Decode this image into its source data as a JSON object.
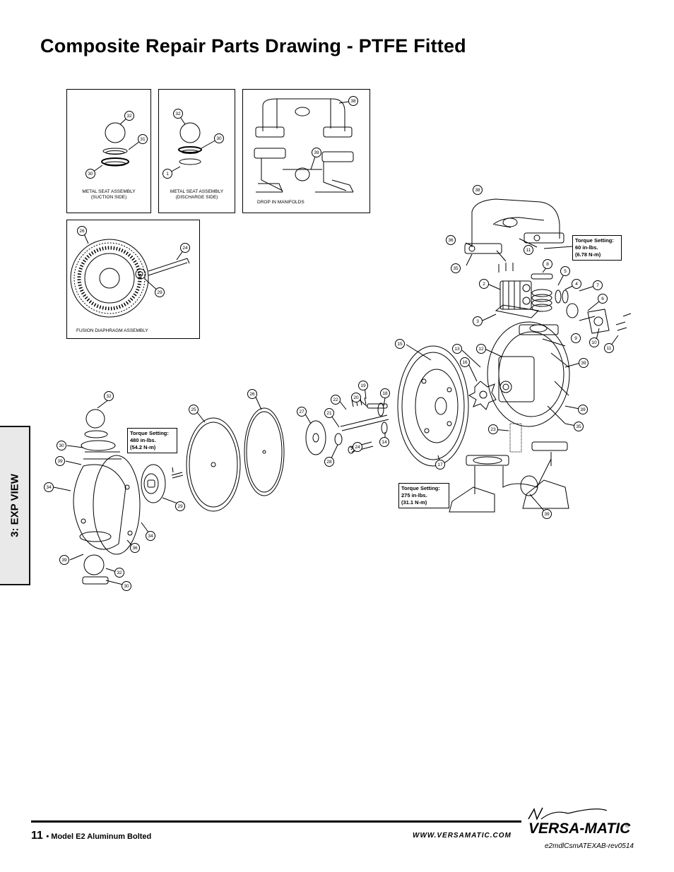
{
  "page": {
    "title": "Composite Repair Parts Drawing - PTFE Fitted",
    "section_tab": "3: EXP VIEW"
  },
  "insets": {
    "suction": {
      "caption": "METAL SEAT ASSEMBLY\n(SUCTION SIDE)",
      "labels": [
        "32",
        "31",
        "30"
      ]
    },
    "discharge": {
      "caption": "METAL SEAT ASSEMBLY\n(DISCHARGE SIDE)",
      "labels": [
        "32",
        "30",
        "1"
      ]
    },
    "manifolds": {
      "caption": "DROP IN MANIFOLDS",
      "labels": [
        "38",
        "39"
      ]
    },
    "fusion": {
      "caption": "FUSION DIAPHRAGM ASSEMBLY",
      "labels": [
        "26",
        "24",
        "29"
      ]
    }
  },
  "callouts": [
    "38",
    "36",
    "35",
    "11",
    "8",
    "5",
    "4",
    "7",
    "2",
    "6",
    "3",
    "9",
    "10",
    "11",
    "15",
    "13",
    "12",
    "16",
    "39",
    "39",
    "35",
    "19",
    "18",
    "22",
    "20",
    "21",
    "26",
    "25",
    "27",
    "28",
    "24",
    "14",
    "23",
    "17",
    "39",
    "32",
    "30",
    "39",
    "34",
    "29",
    "34",
    "36",
    "39",
    "32",
    "30"
  ],
  "torque": {
    "upper": {
      "heading": "Torque Setting:",
      "value": "60 in-lbs.",
      "metric": "(6.78 N-m)"
    },
    "left": {
      "heading": "Torque Setting:",
      "value": "480 in-lbs.",
      "metric": "(54.2 N-m)"
    },
    "lower": {
      "heading": "Torque Setting:",
      "value": "275 in-lbs.",
      "metric": "(31.1 N-m)"
    }
  },
  "footer": {
    "page_number": "11",
    "model": "• Model E2 Aluminum Bolted",
    "website": "WWW.VERSAMATIC.COM",
    "brand": "VERSA-MATIC",
    "doc_ref": "e2mdlCsmATEXAB-rev0514"
  }
}
